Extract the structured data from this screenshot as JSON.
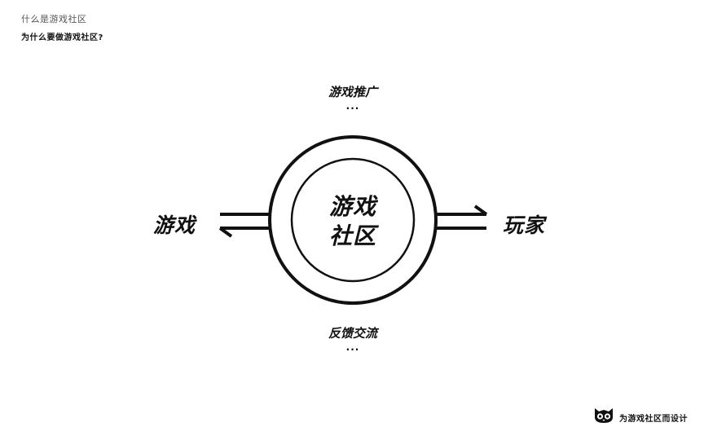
{
  "header": {
    "breadcrumb": "什么是游戏社区",
    "subtitle": "为什么要做游戏社区?"
  },
  "diagram": {
    "top_label": "游戏推广",
    "top_ellipsis": "...",
    "bottom_label": "反馈交流",
    "bottom_ellipsis": "...",
    "left_node": "游戏",
    "right_node": "玩家",
    "center_line1": "游戏",
    "center_line2": "社区"
  },
  "footer": {
    "brand_text": "为游戏社区而设计",
    "logo_icon": "owl-logo-icon"
  },
  "colors": {
    "ink": "#111111",
    "muted": "#555555",
    "background": "#ffffff"
  }
}
